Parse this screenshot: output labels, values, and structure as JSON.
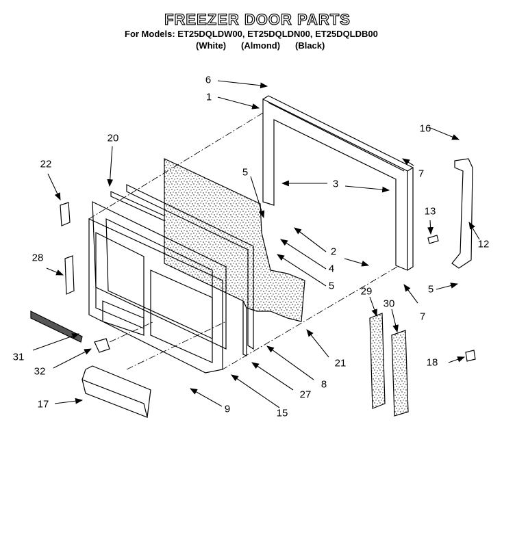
{
  "header": {
    "title": "FREEZER DOOR PARTS",
    "models_line": "For Models: ET25DQLDW00, ET25DQLDN00, ET25DQLDB00",
    "color_white": "(White)",
    "color_almond": "(Almond)",
    "color_black": "(Black)"
  },
  "callouts": {
    "c1": "1",
    "c2": "2",
    "c3": "3",
    "c4": "4",
    "c5a": "5",
    "c5b": "5",
    "c5c": "5",
    "c6": "6",
    "c7a": "7",
    "c7b": "7",
    "c8": "8",
    "c9": "9",
    "c12": "12",
    "c13": "13",
    "c15": "15",
    "c16": "16",
    "c17": "17",
    "c18": "18",
    "c20": "20",
    "c21": "21",
    "c22": "22",
    "c27": "27",
    "c28": "28",
    "c29": "29",
    "c30": "30",
    "c31": "31",
    "c32": "32"
  }
}
